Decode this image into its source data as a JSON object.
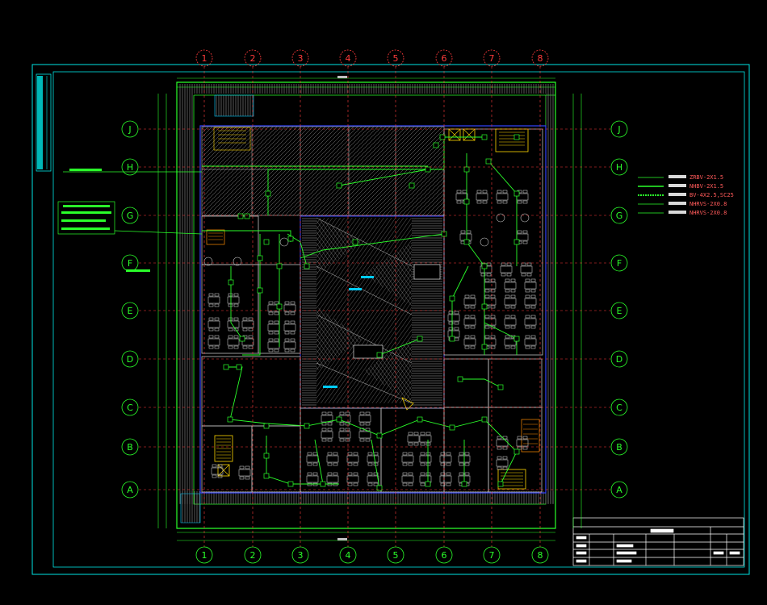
{
  "drawing": {
    "colors": {
      "background": "#000000",
      "frame": "#00e5e5",
      "wall": "#2aff2a",
      "wire": "#2aff2a",
      "grid_red": "#ff3b3b",
      "grid_green": "#2aff2a",
      "hatch": "#8a8a8a",
      "furniture": "#bfbfbf",
      "legend_text": "#ff5a5a",
      "legend_line": "#2aff2a",
      "yellow": "#ffd800",
      "title_block": "#ffffff",
      "accent_cyan": "#00ccff"
    },
    "grid": {
      "columns_top": [
        "1",
        "2",
        "3",
        "4",
        "5",
        "6",
        "7",
        "8"
      ],
      "columns_bottom": [
        "1",
        "2",
        "3",
        "4",
        "5",
        "6",
        "7",
        "8"
      ],
      "rows_left": [
        "J",
        "H",
        "G",
        "F",
        "E",
        "D",
        "C",
        "B",
        "A"
      ],
      "rows_right": [
        "J",
        "H",
        "G",
        "F",
        "E",
        "D",
        "C",
        "B",
        "A"
      ]
    },
    "legend": [
      {
        "text": "ZRBV-2X1.5"
      },
      {
        "text": "NHBV-2X1.5"
      },
      {
        "text": "BV-4X2.5,SC25"
      },
      {
        "text": "NHRVS-2X0.8"
      },
      {
        "text": "NHRVS-2X0.8"
      }
    ]
  }
}
